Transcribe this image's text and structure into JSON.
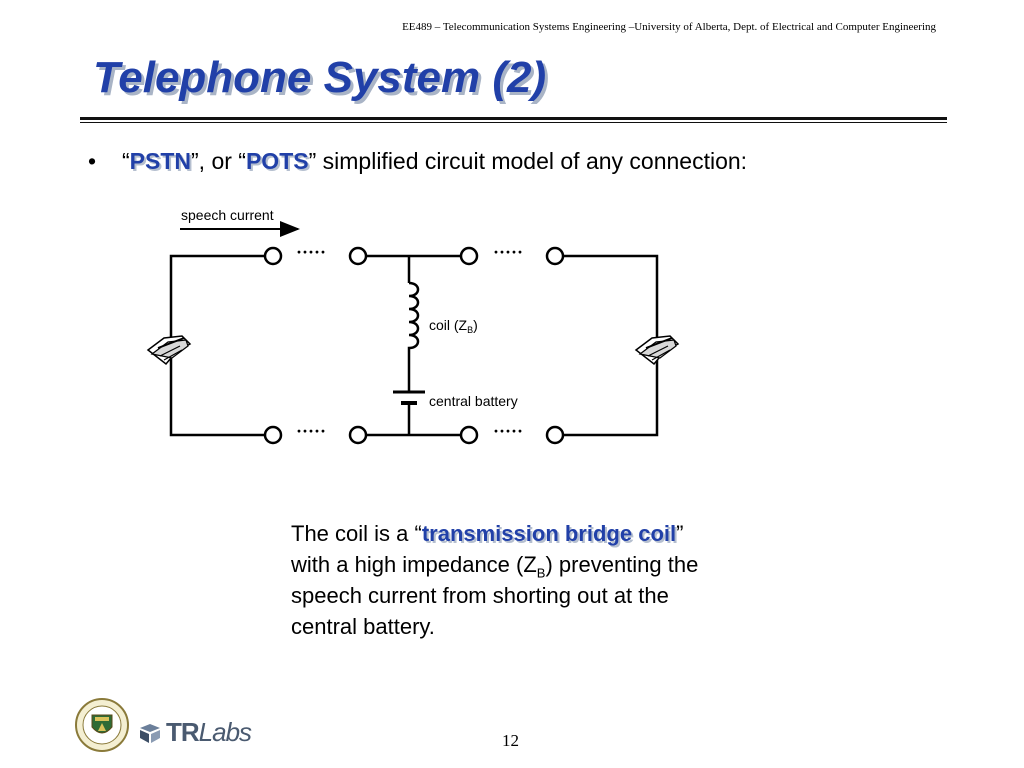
{
  "header": {
    "course_line": "EE489 – Telecommunication Systems Engineering –University of Alberta, Dept. of Electrical and Computer Engineering"
  },
  "title": "Telephone System (2)",
  "bullet": {
    "marker": "•",
    "open_quote_1": "“",
    "term_1": "PSTN",
    "mid_text": "”, or “",
    "term_2": "POTS",
    "tail_text": "” simplified circuit model of any connection:"
  },
  "circuit": {
    "current_label": "speech current",
    "ellipsis": "·····",
    "coil_label_prefix": "coil (Z",
    "coil_label_sub": "B",
    "coil_label_suffix": ")",
    "battery_label": "central battery"
  },
  "note": {
    "line1_prefix": "The coil is a “",
    "highlight": "transmission bridge coil",
    "line1_suffix": "”",
    "line2_prefix": "with a high impedance (Z",
    "line2_sub": "B",
    "line2_suffix": ") preventing the",
    "line3": "speech current from shorting out at the",
    "line4": "central battery."
  },
  "footer": {
    "page_number": "12",
    "logo_text_bold": "TR",
    "logo_text_italic": "Labs"
  },
  "colors": {
    "title_blue": "#2140a8",
    "title_shadow": "#a9b4c6",
    "rule": "#111111"
  },
  "icons": [
    "telephone-icon",
    "university-seal-icon",
    "trlabs-logo-icon"
  ]
}
